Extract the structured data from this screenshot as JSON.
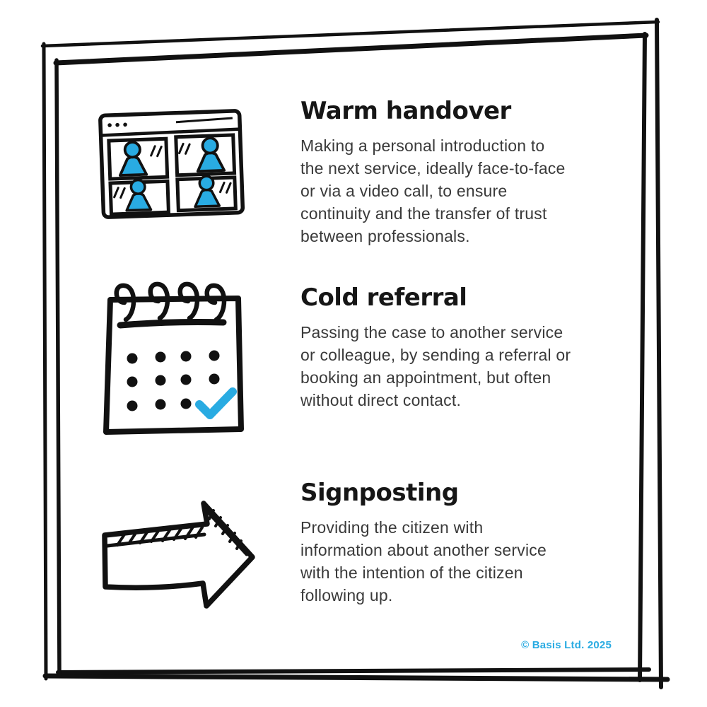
{
  "palette": {
    "background": "#ffffff",
    "ink_black": "#111111",
    "accent_blue": "#29ABE2",
    "body_text": "#3a3a3a"
  },
  "sections": [
    {
      "icon": "video-call-icon",
      "title": "Warm handover",
      "body": "Making a personal introduction to the next service, ideally face-to-face or via a video call, to ensure continuity and the transfer of trust between professionals.",
      "lines": [
        "Making a personal introduction to",
        "the next service, ideally face-to-face",
        "or via a video call, to ensure",
        "continuity and the transfer of trust",
        "between professionals."
      ]
    },
    {
      "icon": "calendar-icon",
      "title": "Cold referral",
      "body": "Passing the case to another service or colleague, by sending a referral or booking an appointment, but often without direct contact.",
      "lines": [
        "Passing the case to another service",
        "or colleague, by sending a referral or",
        "booking an appointment, but often",
        "without direct contact."
      ]
    },
    {
      "icon": "arrow-right-icon",
      "title": "Signposting",
      "body": "Providing the citizen with information about another service with the intention of the citizen following up.",
      "lines": [
        "Providing the citizen with",
        "information about another service",
        "with the intention of the citizen",
        "following up."
      ]
    }
  ],
  "footer": {
    "copyright": "© Basis Ltd. 2025"
  }
}
